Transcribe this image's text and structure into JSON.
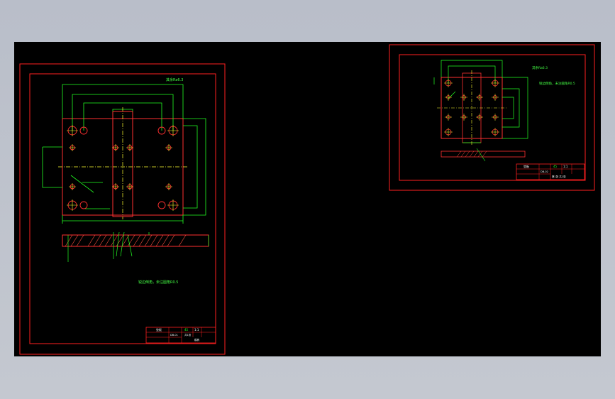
{
  "colors": {
    "background_outer": "#bfc3cc",
    "model_space": "#000000",
    "frame": "#ff2020",
    "geometry": "#ff3030",
    "dimension": "#22ff22",
    "centerline": "#ffff30",
    "hatch": "#ff5040",
    "text_note": "#44ff44",
    "titleblock_text": "#ffffff"
  },
  "sheet1": {
    "roughness_note": "其余Ra6.3",
    "tech_note": "锐边倒角，未注圆角R0.5",
    "titleblock": {
      "part_name": "垫板",
      "material": "45",
      "scale": "1:1",
      "drawing_no": "DB-01",
      "sheet": "共1张",
      "company": "模具"
    }
  },
  "sheet2": {
    "roughness_note": "其余Ra6.3",
    "tech_note": "锐边倒角，未注圆角R0.5",
    "titleblock": {
      "part_name": "垫板",
      "material": "45",
      "scale": "1:1",
      "drawing_no": "DB-02",
      "sheet": "第1张 共1张"
    }
  }
}
